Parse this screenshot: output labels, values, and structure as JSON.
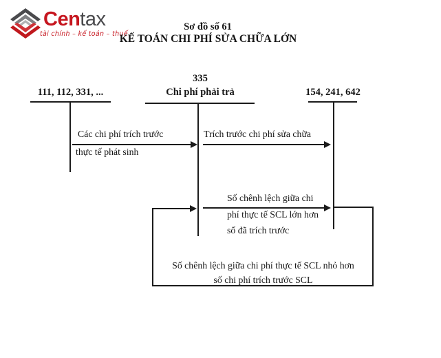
{
  "logo": {
    "brand_primary": "Cen",
    "brand_secondary": "tax",
    "tagline": "tài chính – kế toán – thuế",
    "colors": {
      "red": "#c6161f",
      "gray": "#4a4a4d"
    }
  },
  "title": {
    "line1": "Sơ đồ số 61",
    "line2": "KẾ TOÁN CHI PHÍ SỬA CHỮA LỚN"
  },
  "accounts": {
    "left": {
      "label": "111, 112, 331, ..."
    },
    "middle": {
      "number": "335",
      "name": "Chi phí phải trả"
    },
    "right": {
      "label": "154, 241, 642"
    }
  },
  "flows": {
    "actual_costs": {
      "line1": "Các chi phí trích trước",
      "line2": "thực tế phát sinh"
    },
    "accrual": {
      "label": "Trích trước chi phí sửa chữa"
    },
    "excess_actual": {
      "line1": "Số chênh lệch giữa chi",
      "line2": "phí thực tế SCL lớn hơn",
      "line3": "số đã trích trước"
    },
    "excess_accrued": {
      "line1": "Số chênh lệch giữa chi phí thực tế SCL nhỏ hơn",
      "line2": "số chi phí trích trước SCL"
    }
  },
  "diagram_colors": {
    "ink": "#1b1b1b",
    "background": "#ffffff"
  }
}
